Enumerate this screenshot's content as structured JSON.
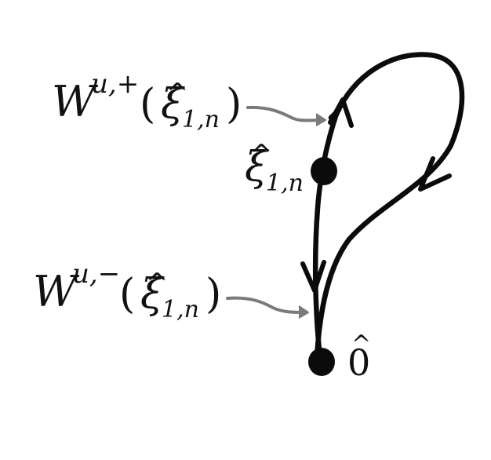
{
  "labels": {
    "unstable_plus": {
      "main": "W",
      "sup": "u,+",
      "open": "(",
      "xi": "ξ",
      "hat": "^",
      "sub": "1,n",
      "close": ")"
    },
    "point_xi": {
      "xi": "ξ",
      "hat": "^",
      "sub": "1,n"
    },
    "unstable_minus": {
      "main": "W",
      "sup": "u,−",
      "open": "(",
      "xi": "ξ",
      "hat": "^",
      "sub": "1,n",
      "close": ")"
    },
    "origin": {
      "zero": "0",
      "hat": "^"
    }
  },
  "colors": {
    "curve": "#0b0b0b",
    "pointer": "#7a7a7a",
    "text": "#111111"
  }
}
